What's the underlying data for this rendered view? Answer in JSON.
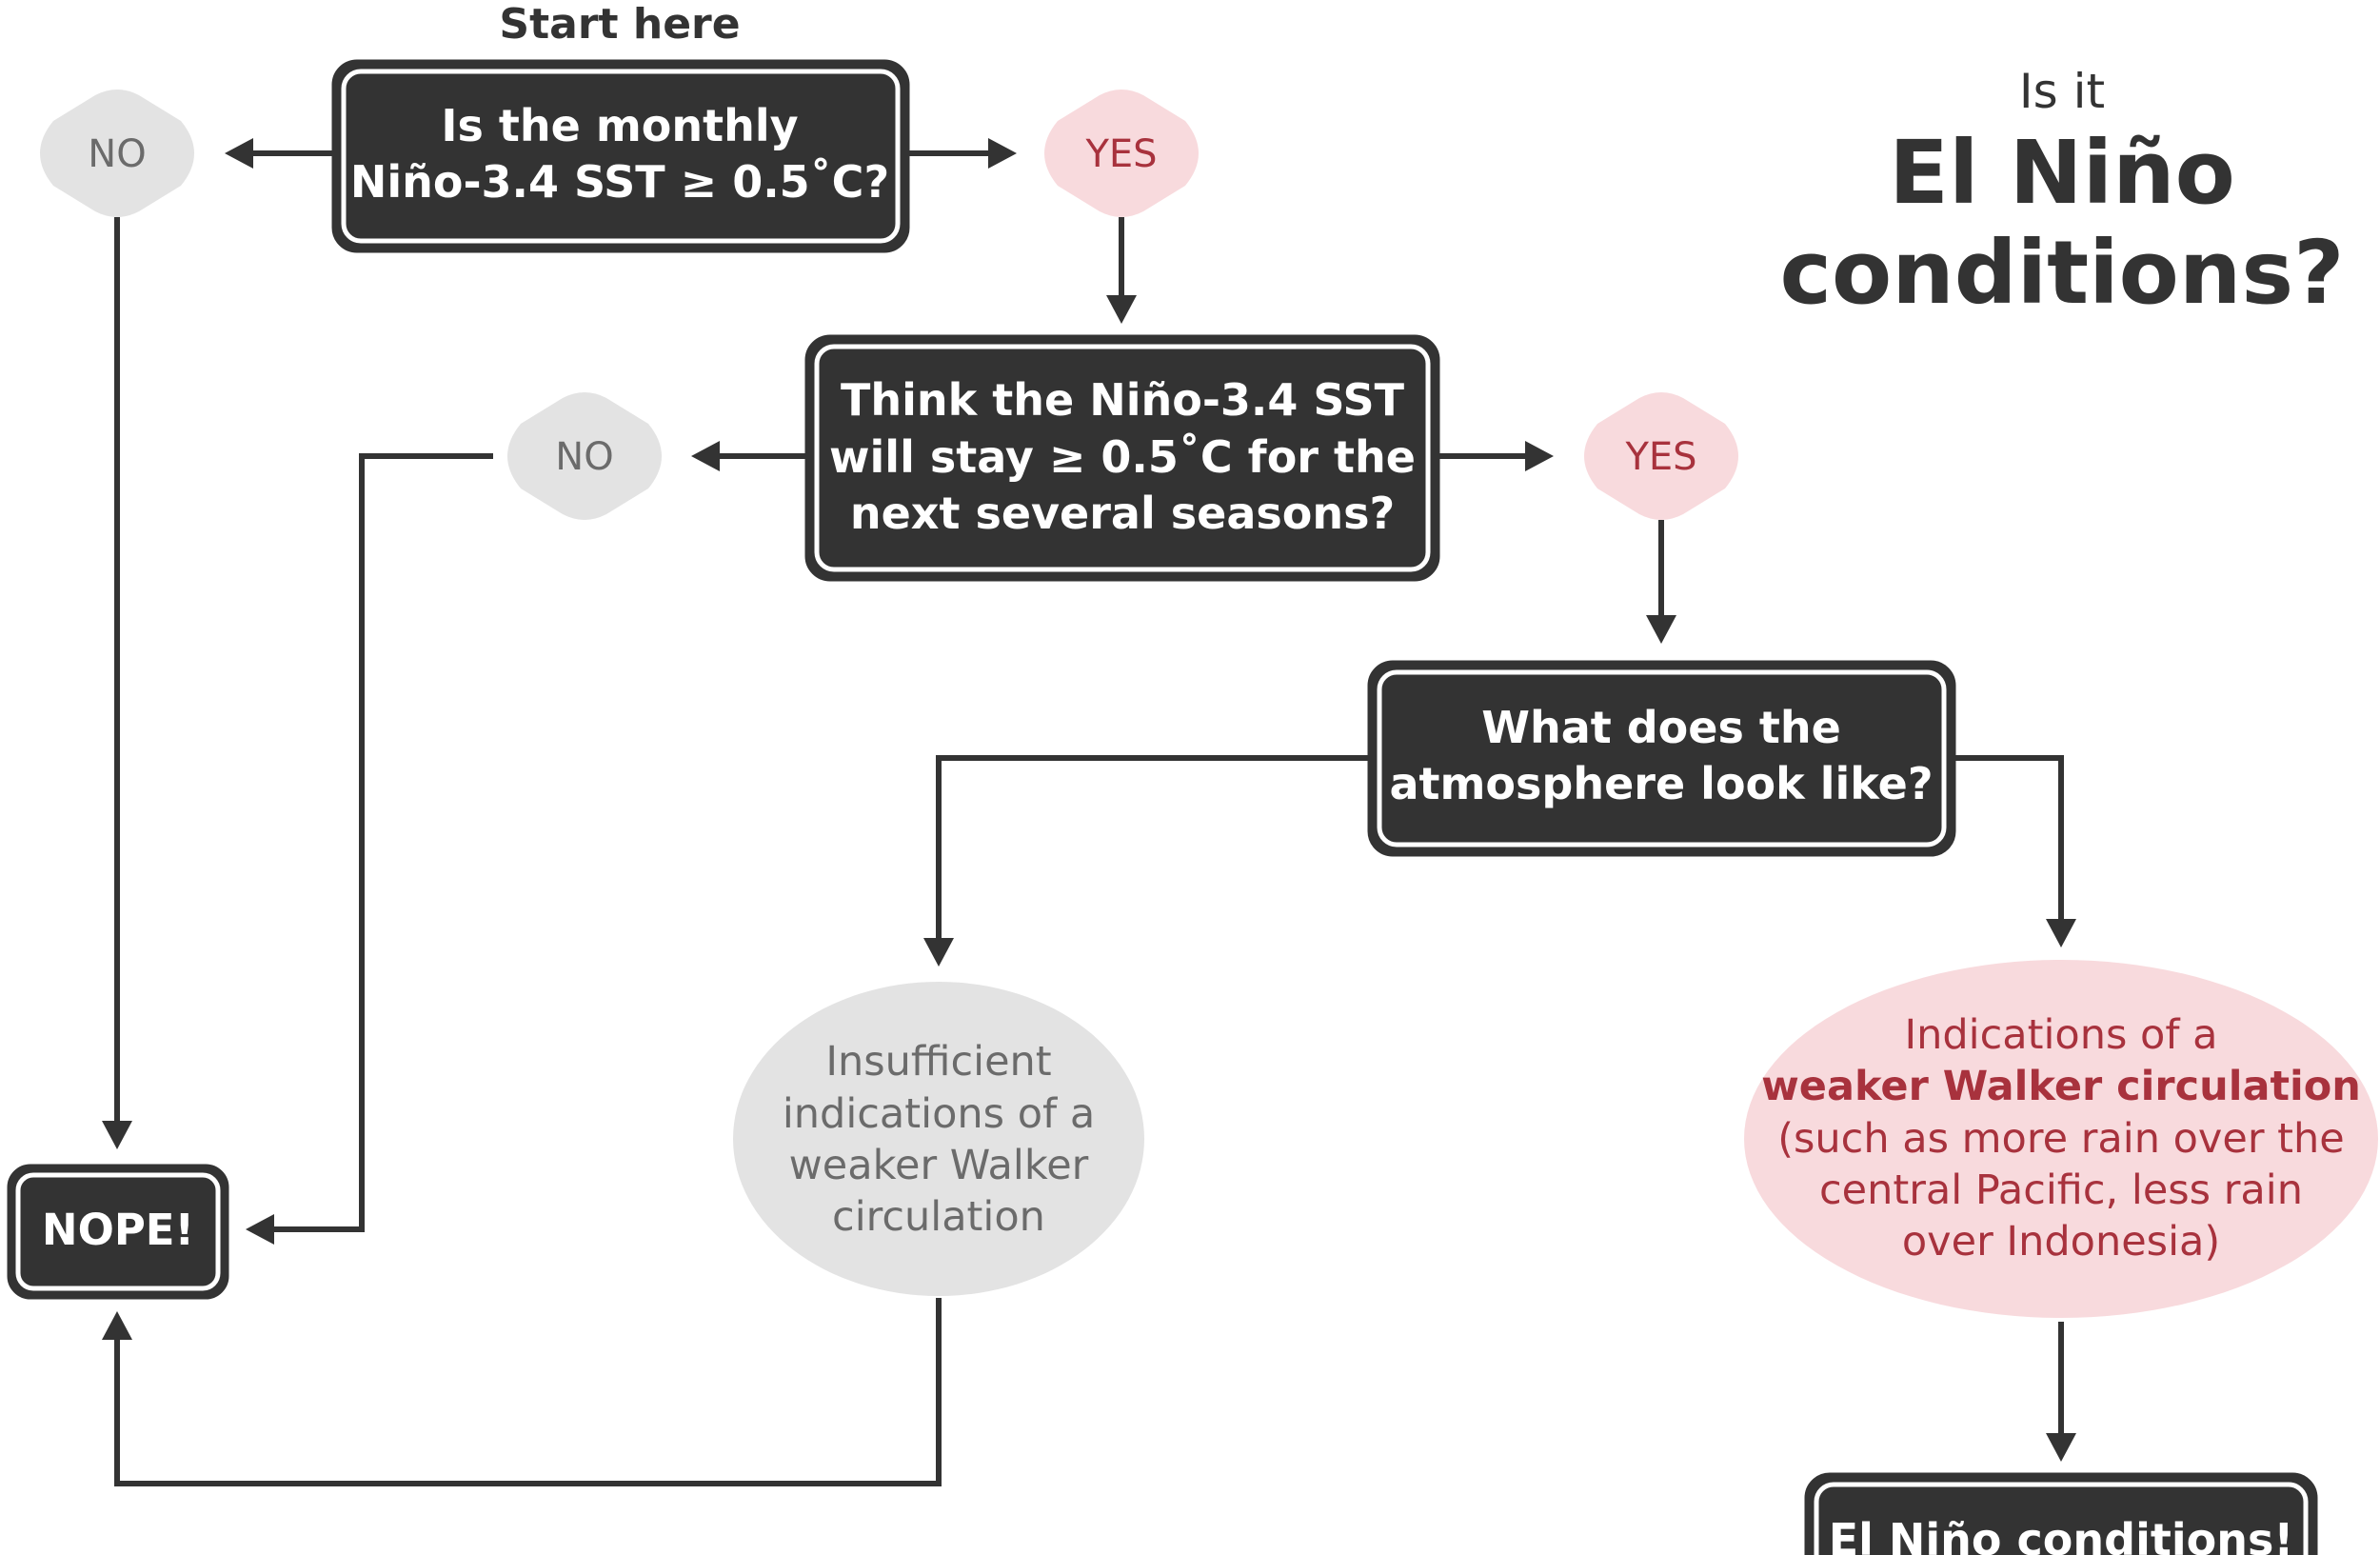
{
  "start_label": "Start here",
  "title": {
    "line1": "Is it",
    "line2": "El Niño",
    "line3": "conditions?"
  },
  "q1": {
    "line1": "Is the monthly",
    "line2": "Niño-3.4 SST ≥ 0.5˚C?",
    "no": "NO",
    "yes": "YES"
  },
  "q2": {
    "line1": "Think the Niño-3.4 SST",
    "line2": "will stay ≥ 0.5˚C for the",
    "line3": "next several seasons?",
    "no": "NO",
    "yes": "YES"
  },
  "q3": {
    "line1": "What does the",
    "line2": "atmosphere look like?"
  },
  "insufficient": {
    "line1": "Insufficient",
    "line2": "indications of a",
    "line3": "weaker Walker",
    "line4": "circulation"
  },
  "indications": {
    "line1": "Indications of a",
    "line2": "weaker Walker circulation",
    "line3": "(such as more rain over the",
    "line4": "central Pacific, less rain",
    "line5": "over Indonesia)"
  },
  "nope": "NOPE!",
  "result": "El Niño conditions!",
  "colors": {
    "dark": "#333333",
    "no_fill": "#e3e3e3",
    "no_text": "#6b6b6b",
    "yes_fill": "#f8dadd",
    "yes_text": "#a8323d"
  }
}
